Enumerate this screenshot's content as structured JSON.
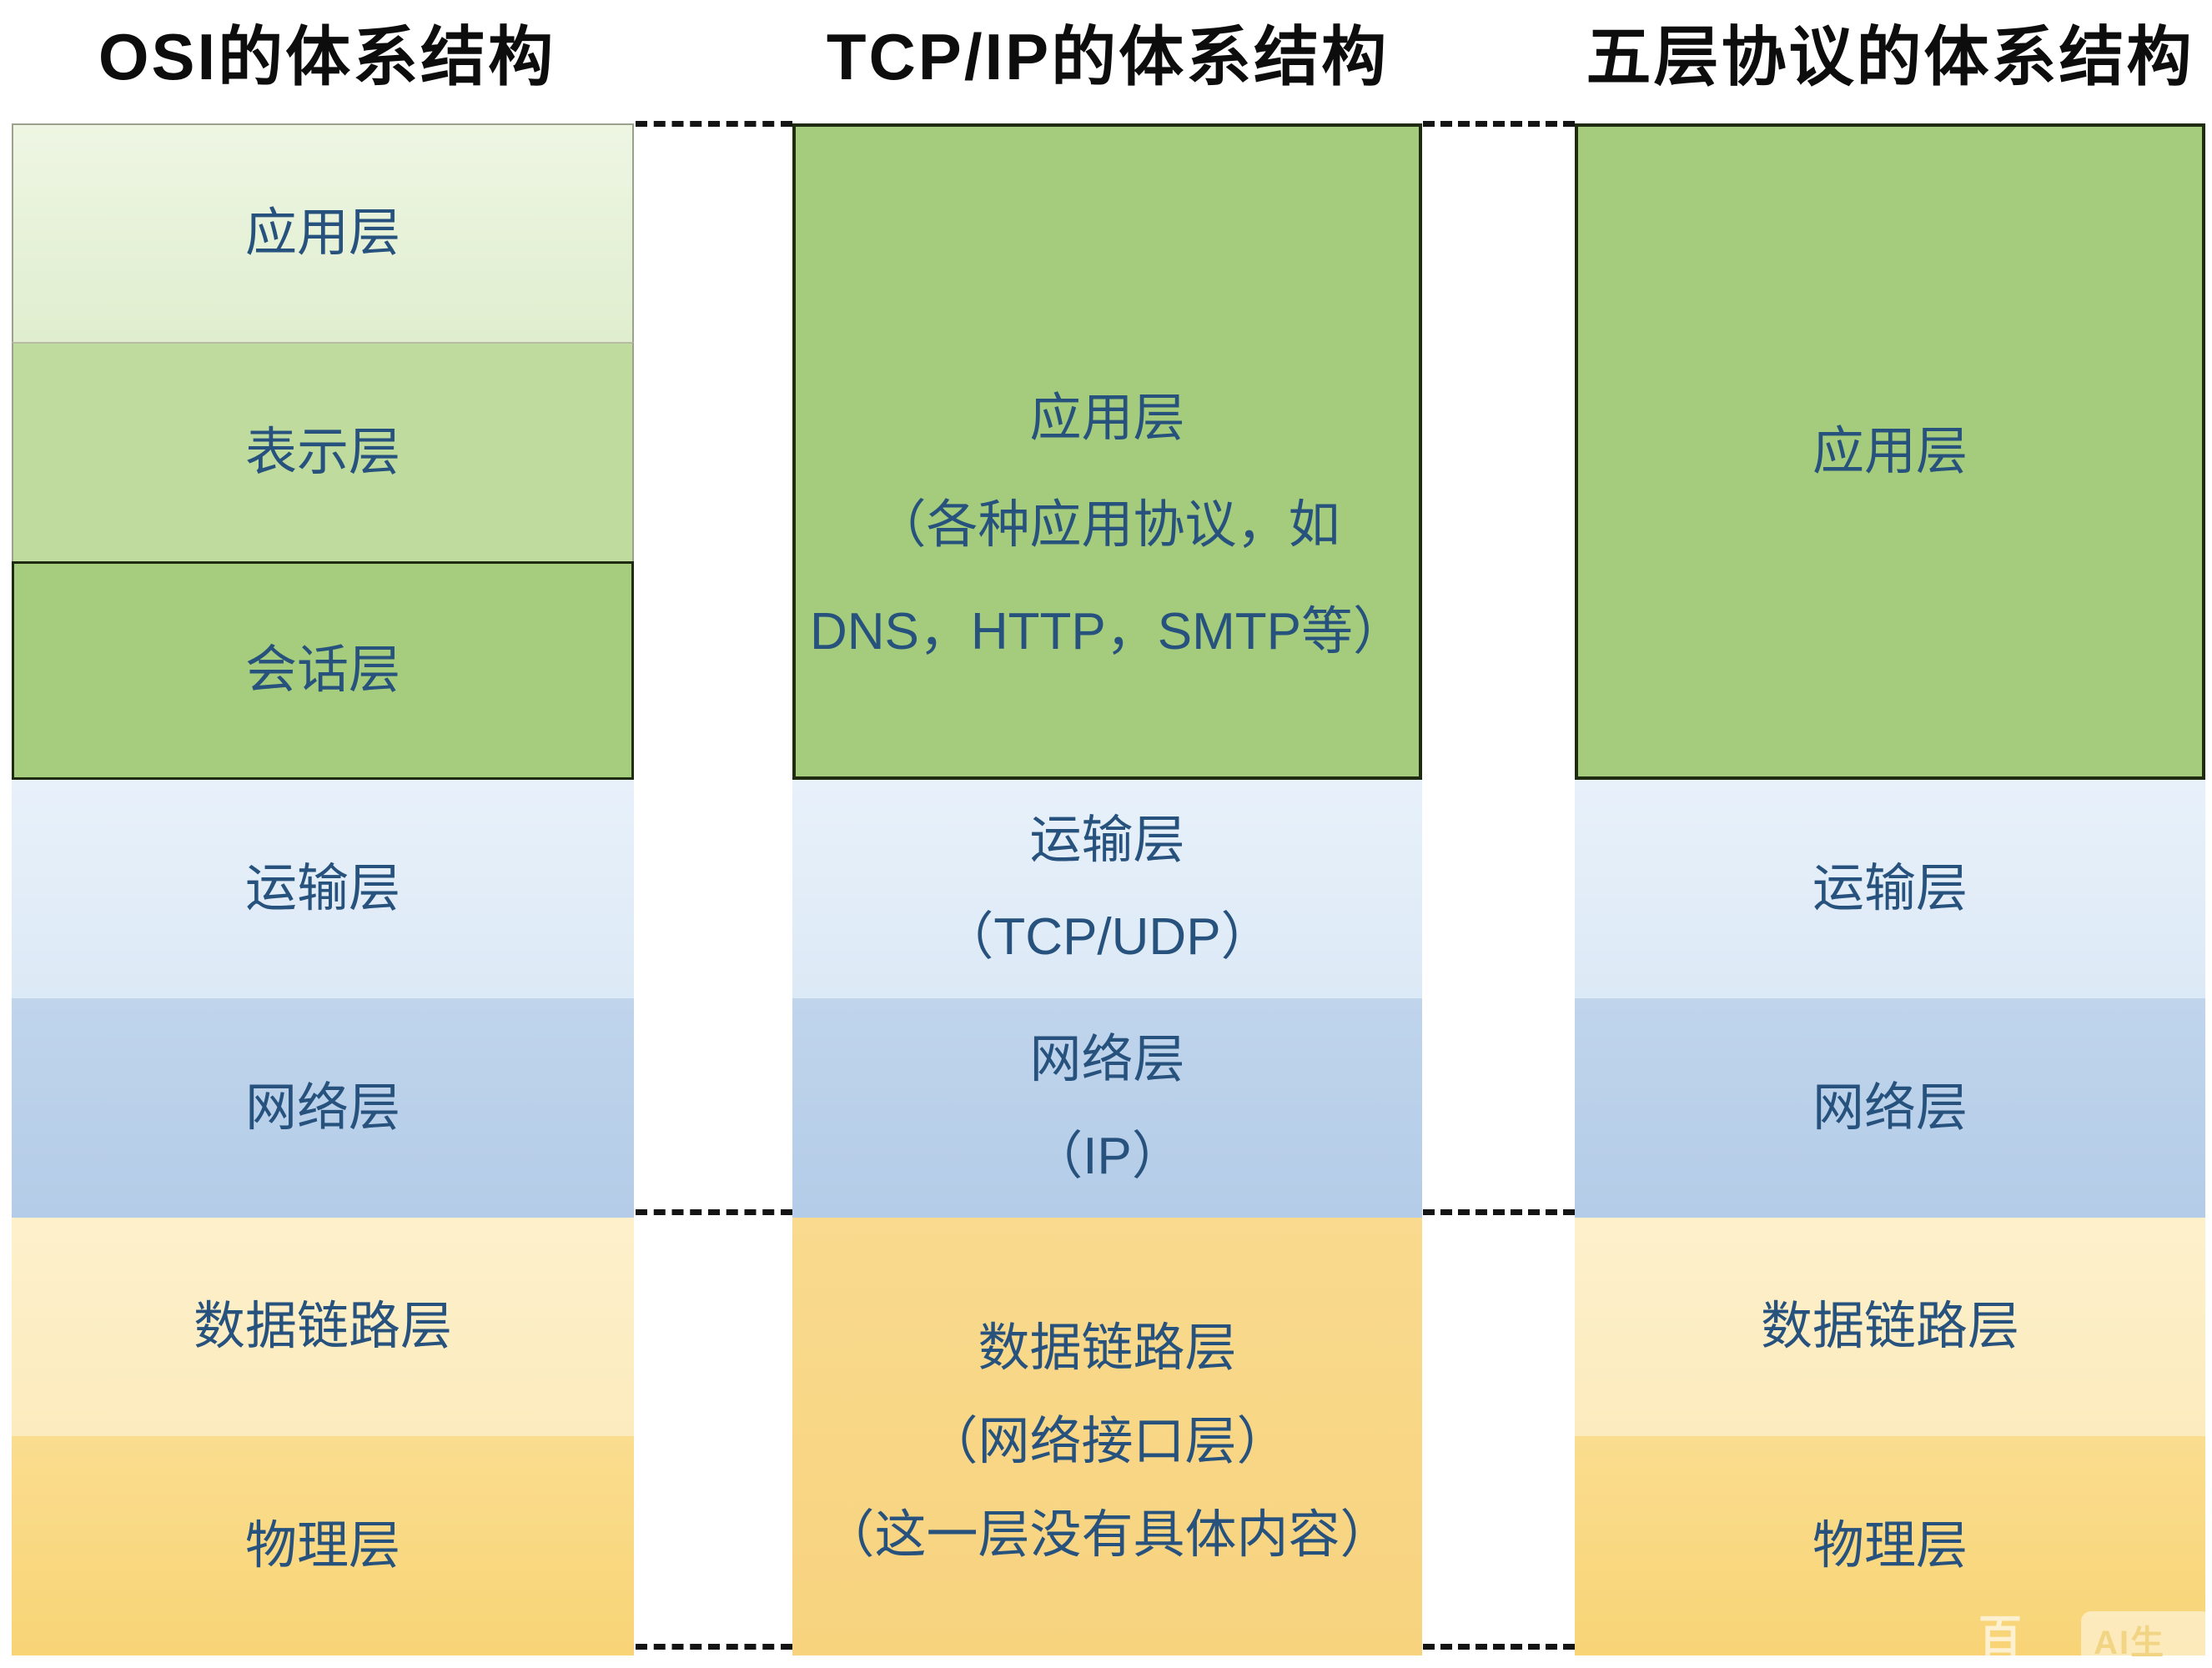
{
  "diagram": {
    "columns": [
      {
        "id": "osi",
        "title": "OSI的体系结构",
        "layers": [
          {
            "label": "应用层"
          },
          {
            "label": "表示层"
          },
          {
            "label": "会话层"
          },
          {
            "label": "运输层"
          },
          {
            "label": "网络层"
          },
          {
            "label": "数据链路层"
          },
          {
            "label": "物理层"
          }
        ]
      },
      {
        "id": "tcpip",
        "title": "TCP/IP的体系结构",
        "layers": [
          {
            "lines": [
              "应用层",
              "（各种应用协议，如",
              "DNS，HTTP，SMTP等）"
            ]
          },
          {
            "lines": [
              "运输层",
              "（TCP/UDP）"
            ]
          },
          {
            "lines": [
              "网络层",
              "（IP）"
            ]
          },
          {
            "lines": [
              "数据链路层",
              "（网络接口层）",
              "（这一层没有具体内容）"
            ]
          }
        ]
      },
      {
        "id": "five",
        "title": "五层协议的体系结构",
        "layers": [
          {
            "label": "应用层"
          },
          {
            "label": "运输层"
          },
          {
            "label": "网络层"
          },
          {
            "label": "数据链路层"
          },
          {
            "label": "物理层"
          }
        ]
      }
    ],
    "watermark": {
      "brand": "百度",
      "badge": "AI生成"
    },
    "colors": {
      "label_text": "#27527d",
      "title_text": "#0d0d0d",
      "osi_application": "#e7f2d8",
      "osi_presentation": "#c0db9e",
      "session_green": "#a6cc7d",
      "application_green": "#a5cc7c",
      "transport_blue": "#e3edf8",
      "network_blue": "#bad0ea",
      "datalink_yellow": "#fdedc4",
      "physical_yellow": "#f9d87d",
      "dark_border": "#1e2b10",
      "dash_black": "#141414"
    }
  }
}
